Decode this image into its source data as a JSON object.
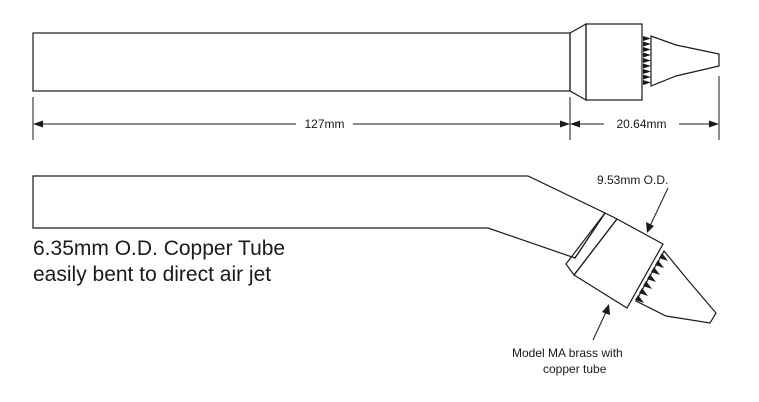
{
  "dimensions": {
    "tube_length": "127mm",
    "nozzle_length": "20.64mm"
  },
  "callouts": {
    "outer_diameter": "9.53mm O.D.",
    "model_line1": "Model MA brass with",
    "model_line2": "copper tube"
  },
  "caption": {
    "line1": "6.35mm O.D. Copper Tube",
    "line2": "easily bent to direct air jet"
  },
  "colors": {
    "stroke": "#1a1a1a",
    "background": "#ffffff"
  }
}
